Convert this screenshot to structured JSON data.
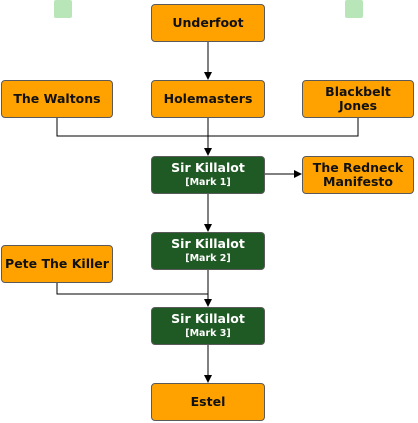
{
  "colors": {
    "opponent": "#ffa200",
    "robot": "#1f5a24",
    "stub": "#b8e6b8",
    "edge": "#000000"
  },
  "nodes": {
    "underfoot": "Underfoot",
    "waltons": "The Waltons",
    "holemasters": "Holemasters",
    "blackbelt": "Blackbelt Jones",
    "mark1_title": "Sir Killalot",
    "mark1_sub": "[Mark 1]",
    "redneck": "The Redneck Manifesto",
    "mark2_title": "Sir Killalot",
    "mark2_sub": "[Mark 2]",
    "pete": "Pete The Killer",
    "mark3_title": "Sir Killalot",
    "mark3_sub": "[Mark 3]",
    "estel": "Estel"
  }
}
